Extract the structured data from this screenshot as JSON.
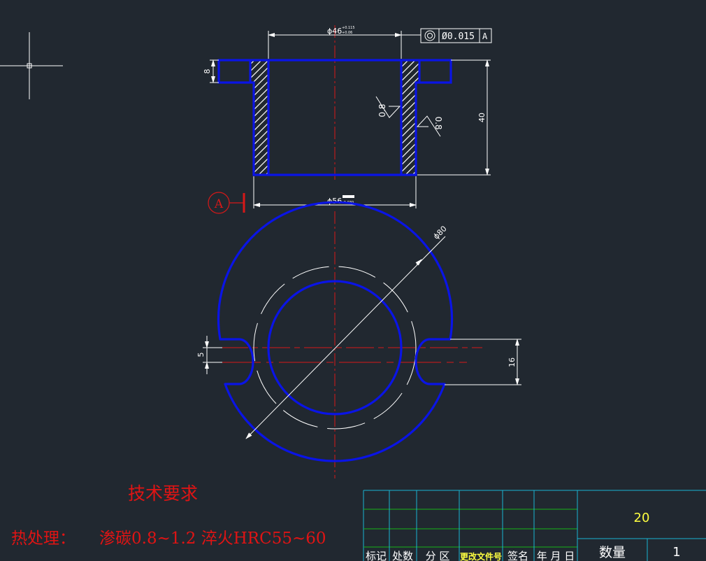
{
  "colors": {
    "background": "#212830",
    "outline": "#0a14e6",
    "center": "#d81818",
    "dimension": "#ffffff",
    "table_cyan": "#19b4d2",
    "table_green": "#18b418",
    "yellow": "#ffff40",
    "tech_text": "#e01414"
  },
  "icons": {
    "crosshair": "crosshair-cursor-icon",
    "concentricity": "concentricity-symbol-icon",
    "roughness": "surface-roughness-icon",
    "datum": "datum-a-icon"
  },
  "front_view": {
    "top_diameter": "ϕ46",
    "top_tol_upper": "+0.115",
    "top_tol_lower": "+0.06",
    "bottom_diameter": "ϕ56",
    "bottom_tol": "-0.030",
    "flange_thickness": "8",
    "height": "40",
    "roughness_left": "0.8",
    "roughness_right": "0.8",
    "fcf_tolerance": "Ø0.015",
    "fcf_datum": "A",
    "datum_label": "A"
  },
  "top_view": {
    "outer_diameter": "ϕ80",
    "slot_width": "5",
    "slot_height": "16"
  },
  "notes": {
    "heading": "技术要求",
    "heat_label": "热处理：",
    "heat_text": "渗碳0.8~1.2  淬火HRC55~60"
  },
  "title_block": {
    "headers": [
      "标记",
      "处数",
      "分 区",
      "更改文件号",
      "签名",
      "年  月  日"
    ],
    "value_top": "20",
    "quantity_label": "数量",
    "quantity_value": "1"
  }
}
